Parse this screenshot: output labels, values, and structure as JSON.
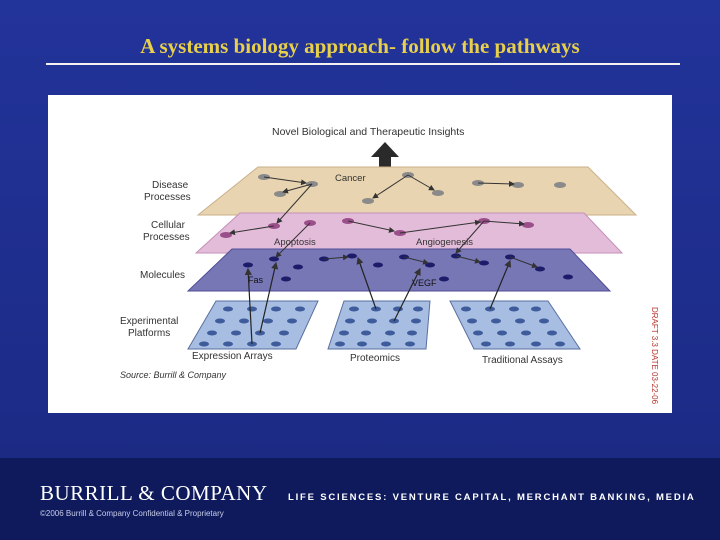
{
  "slide": {
    "title": "A systems biology approach- follow the pathways"
  },
  "diagram": {
    "top_label": "Novel Biological and Therapeutic Insights",
    "layer_labels": [
      "Disease Processes",
      "Cellular Processes",
      "Molecules",
      "Experimental Platforms"
    ],
    "node_labels": {
      "cancer": "Cancer",
      "apoptosis": "Apoptosis",
      "angiogenesis": "Angiogenesis",
      "fas": "Fas",
      "vegf": "VEGF"
    },
    "platforms": [
      "Expression Arrays",
      "Proteomics",
      "Traditional Assays"
    ],
    "source": "Source:  Burrill & Company",
    "draft_stamp": "DRAFT 3.3  DATE 03-22-06",
    "colors": {
      "disease_layer": "#e8d4b0",
      "cellular_layer": "#e3bcd9",
      "molecules_layer": "#7877b6",
      "platform": "#a7bde1"
    }
  },
  "footer": {
    "logo": "BURRILL & COMPANY",
    "tagline": "LIFE SCIENCES: VENTURE CAPITAL, MERCHANT BANKING, MEDIA",
    "copyright": "©2006 Burrill & Company  Confidential & Proprietary"
  }
}
